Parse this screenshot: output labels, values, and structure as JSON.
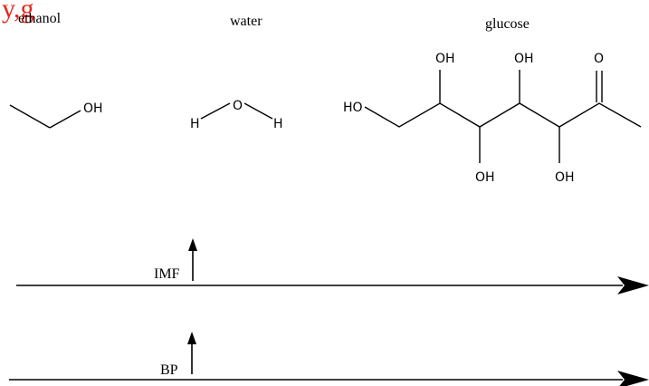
{
  "header_fragment": {
    "text": "y,g",
    "color": "#e8261c"
  },
  "molecules": {
    "ethanol": {
      "label": "ethanol",
      "atom_oh": "OH"
    },
    "water": {
      "label": "water",
      "atom_o": "O",
      "atom_h_left": "H",
      "atom_h_right": "H"
    },
    "glucose": {
      "label": "glucose",
      "atom_ho": "HO",
      "atom_oh_top_1": "OH",
      "atom_oh_top_2": "OH",
      "atom_o_carbonyl": "O",
      "atom_oh_bottom_1": "OH",
      "atom_oh_bottom_2": "OH"
    }
  },
  "scales": {
    "imf": {
      "label": "IMF"
    },
    "bp": {
      "label": "BP"
    }
  },
  "colors": {
    "ink": "#000000",
    "accent": "#e8261c"
  }
}
